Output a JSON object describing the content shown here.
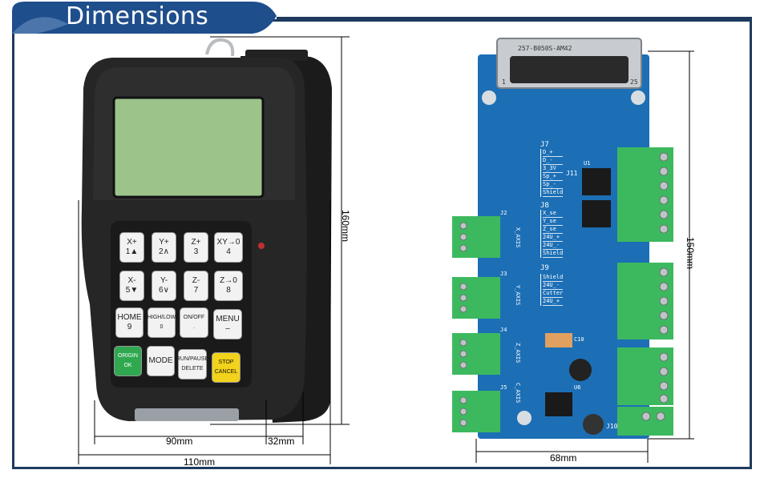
{
  "banner": {
    "title": "Dimensions"
  },
  "colors": {
    "navy": "#1e3a5f",
    "banner_blue": "#1f4e8c",
    "pcb": "#1c6fb5",
    "terminal_green": "#3cb95f",
    "lcd": "#9cc48a"
  },
  "keypad": {
    "keys": [
      {
        "line1": "X+",
        "line2": "1▲"
      },
      {
        "line1": "Y+",
        "line2": "2∧"
      },
      {
        "line1": "Z+",
        "line2": "3"
      },
      {
        "line1": "XY→0",
        "line2": "4"
      },
      {
        "line1": "X-",
        "line2": "5▼"
      },
      {
        "line1": "Y-",
        "line2": "6∨"
      },
      {
        "line1": "Z-",
        "line2": "7"
      },
      {
        "line1": "Z→0",
        "line2": "8"
      },
      {
        "line1": "HOME",
        "line2": "9"
      },
      {
        "line1": "HIGH/LOW",
        "line2": "0"
      },
      {
        "line1": "ON/OFF",
        "line2": "."
      },
      {
        "line1": "MENU",
        "line2": "–"
      },
      {
        "line1": "ORIGIN",
        "line2": "OK"
      },
      {
        "line1": "MODE",
        "line2": ""
      },
      {
        "line1": "RUN/PAUSE",
        "line2": "DELETE"
      },
      {
        "line1": "STOP",
        "line2": "CANCEL"
      }
    ]
  },
  "dimensions": {
    "width_body": "90mm",
    "depth": "32mm",
    "width_total": "110mm",
    "height": "160mm",
    "board_width": "68mm",
    "board_height": "150mm"
  },
  "board": {
    "connector_label": "257-B050S-AM42",
    "pin1": "1",
    "pin25": "25",
    "j7_rows": [
      "D_+",
      "D_-",
      "3_3V",
      "Sp_+",
      "Sp_-",
      "Shield"
    ],
    "j8_rows": [
      "X_se",
      "Y_se",
      "Z_se",
      "24U_+",
      "24U_-",
      "Shield"
    ],
    "j9_rows": [
      "Shield",
      "24U_-",
      "Cutter",
      "24U_+"
    ],
    "axis_labels": [
      "X_AXIS",
      "Y_AXIS",
      "Z_AXIS",
      "C_AXIS"
    ],
    "designators": [
      "J7",
      "J8",
      "J9",
      "J10",
      "J11",
      "J2",
      "J3",
      "J4",
      "J5",
      "U1",
      "U6",
      "C10"
    ]
  }
}
